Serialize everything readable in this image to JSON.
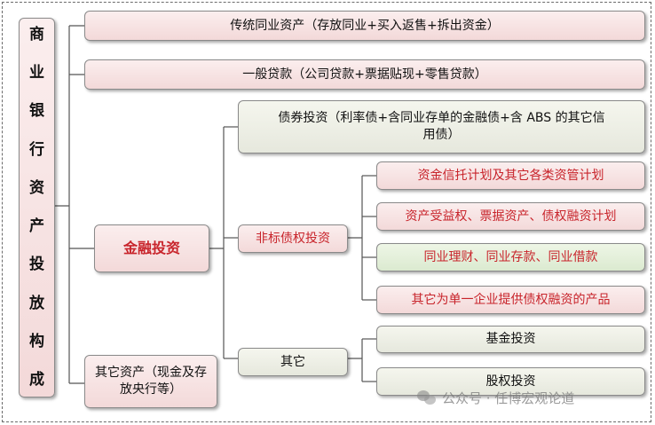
{
  "root": {
    "title": "商业银行资产投放构成"
  },
  "level1": {
    "interbank": "传统同业资产（存放同业+买入返售+拆出资金）",
    "loans": "一般贷款（公司贷款+票据贴现+零售贷款）",
    "financial_investment": "金融投资",
    "other_assets": "其它资产（现金及存放央行等）"
  },
  "level2": {
    "bond_investment": "债券投资（利率债+含同业存单的金融债+含 ABS 的其它信用债）",
    "nonstandard": "非标债权投资",
    "other": "其它"
  },
  "level3": {
    "trust_plans": "资金信托计划及其它各类资管计划",
    "receivables": "资产受益权、票据资产、债权融资计划",
    "interbank_wealth": "同业理财、同业存款、同业借款",
    "single_enterprise": "其它为单一企业提供债权融资的产品",
    "fund_investment": "基金投资",
    "equity_investment": "股权投资"
  },
  "watermark": "公众号 · 任博宏观论道",
  "colors": {
    "accent_red": "#c8242b",
    "pink_fill": "#f3d9d9",
    "gray_fill": "#e6e8dd",
    "green_fill": "#dbead0"
  }
}
